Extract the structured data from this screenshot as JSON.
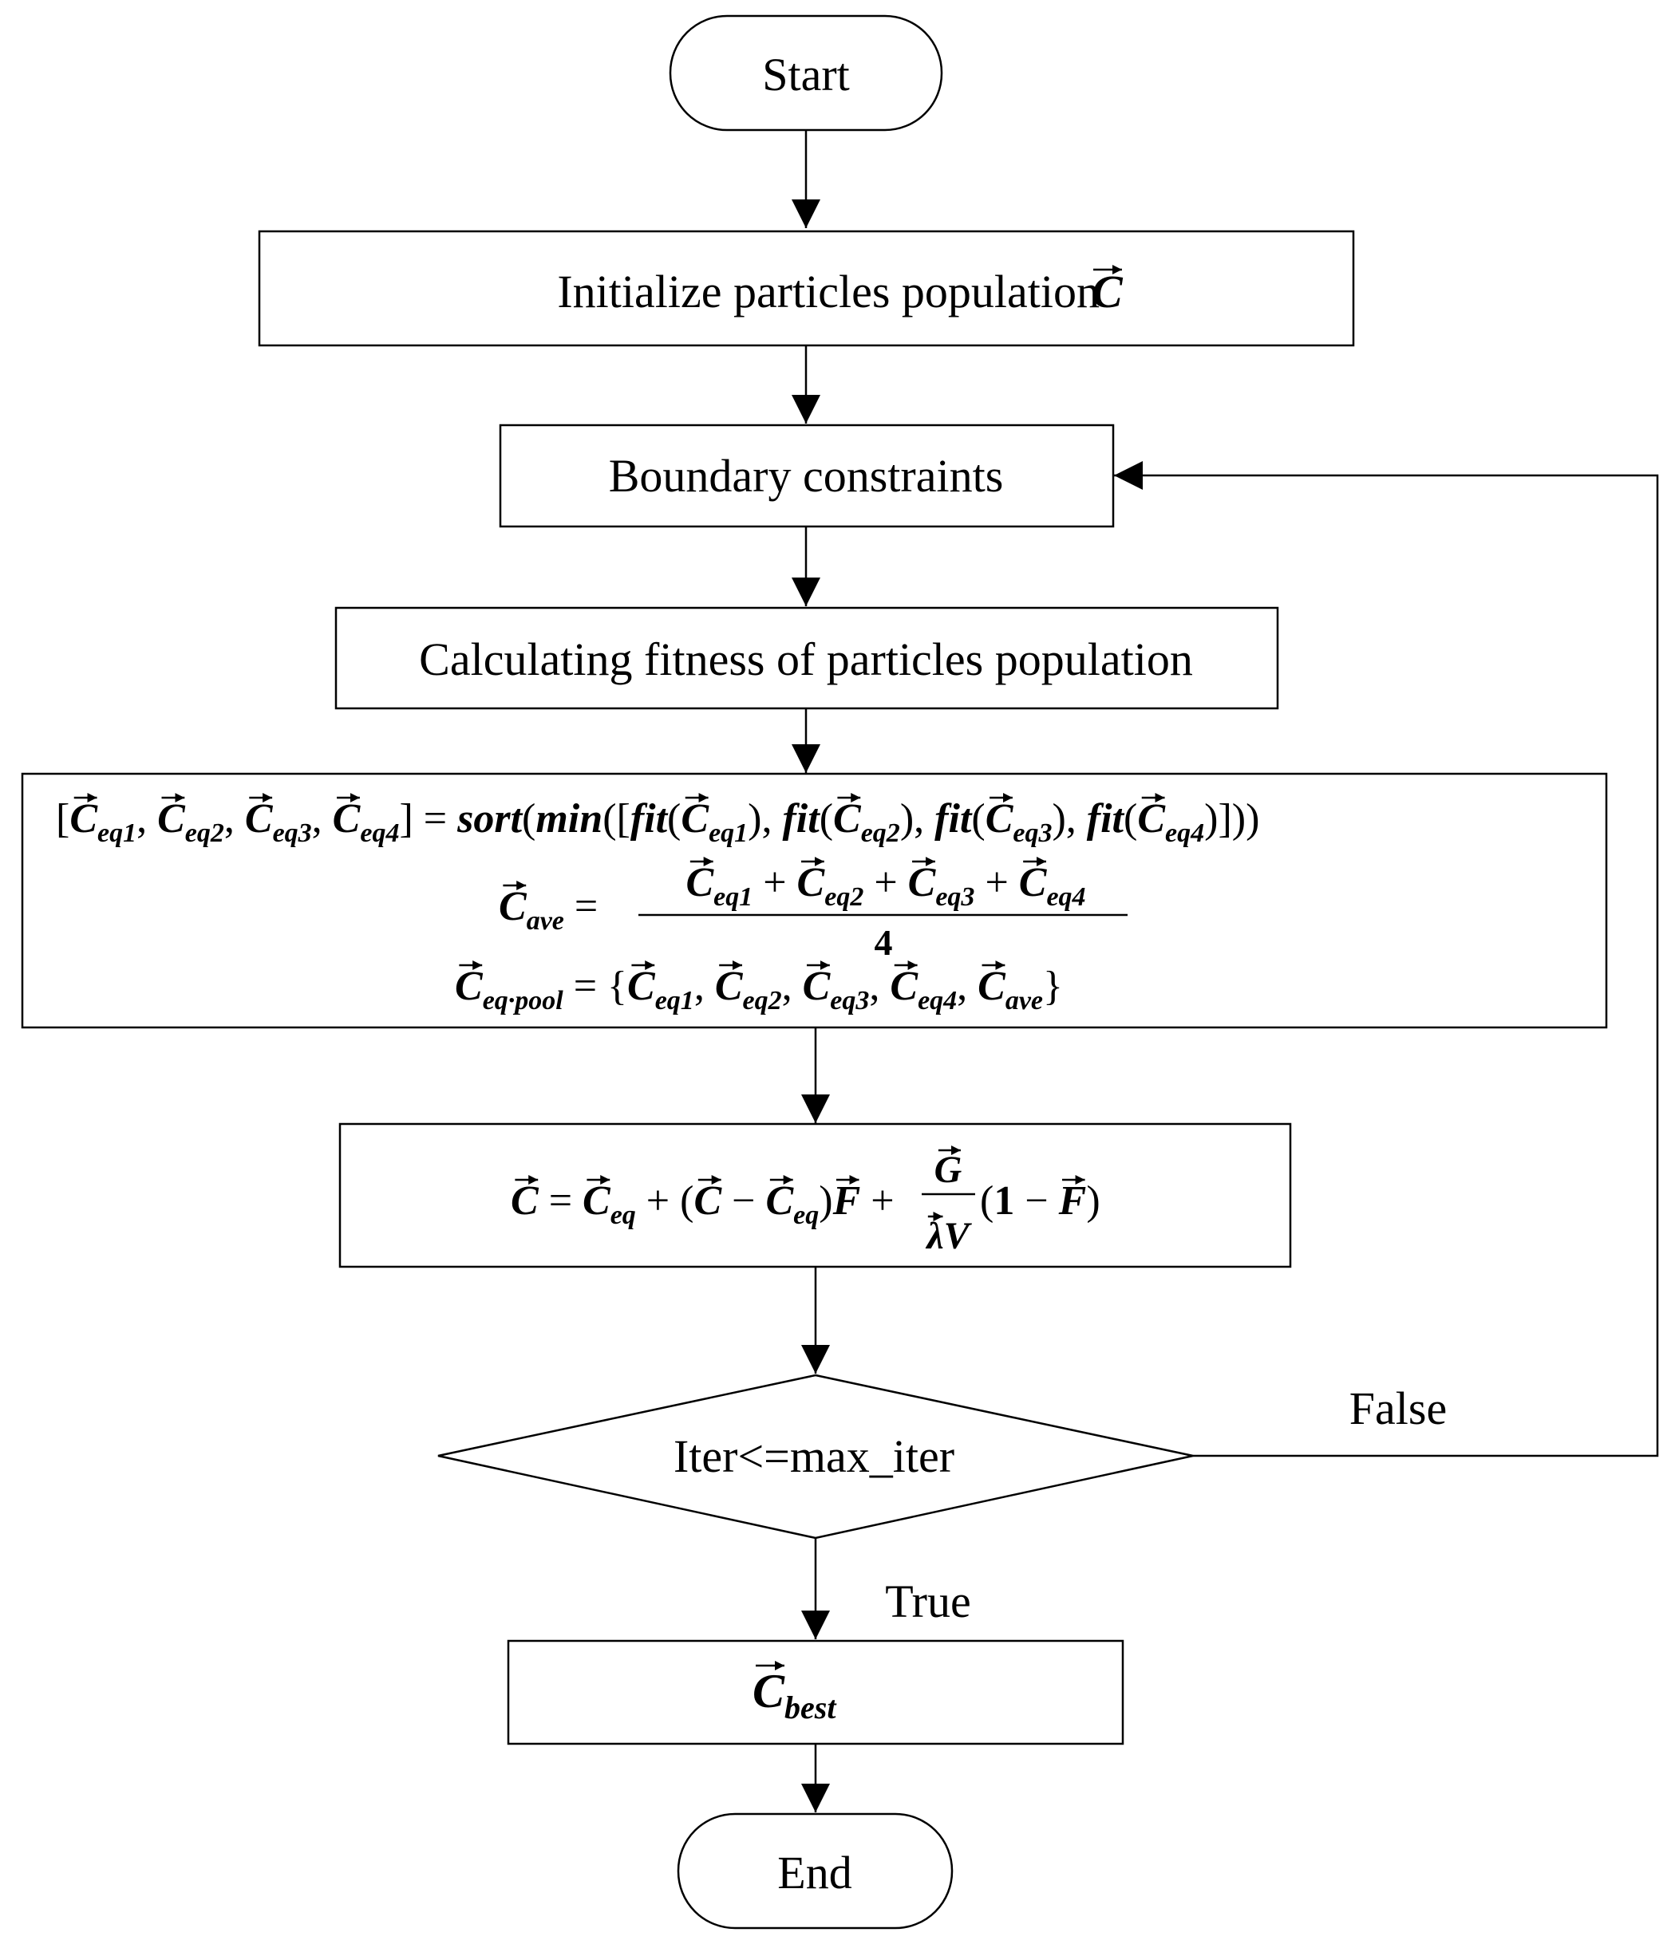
{
  "nodes": {
    "start": {
      "label": "Start"
    },
    "init": {
      "label": "Initialize particles population"
    },
    "boundary": {
      "label": "Boundary constraints"
    },
    "fitness": {
      "label": "Calculating fitness of particles population"
    },
    "decision": {
      "label": "Iter<=max_iter"
    },
    "end": {
      "label": "End"
    }
  },
  "edges": {
    "false_label": "False",
    "true_label": "True"
  },
  "math": {
    "vec": "C",
    "ceq": "C",
    "sub_eq1": "eq1",
    "sub_eq2": "eq2",
    "sub_eq3": "eq3",
    "sub_eq4": "eq4",
    "sub_eq": "eq",
    "sub_ave": "ave",
    "sub_pool": "eq·pool",
    "sub_best": "best",
    "sort": "sort",
    "min": "min",
    "fit": "fit",
    "four": "4",
    "one": "1",
    "F": "F",
    "G": "G",
    "lambda": "λ",
    "V": "V"
  }
}
